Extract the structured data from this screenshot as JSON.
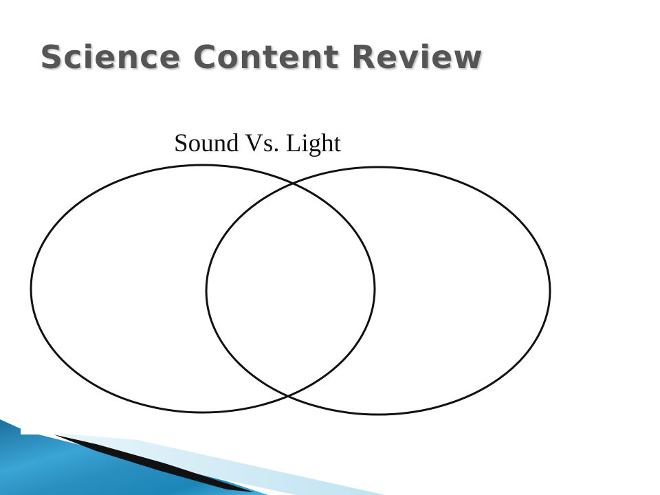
{
  "slide": {
    "title": "Science Content Review"
  },
  "diagram": {
    "type": "venn",
    "title": "Sound Vs. Light",
    "sets": 2
  },
  "colors": {
    "title_text": "#555555",
    "outline": "#111111",
    "accent_blue": "#2a8fbf",
    "accent_light": "#bfe3f1"
  }
}
